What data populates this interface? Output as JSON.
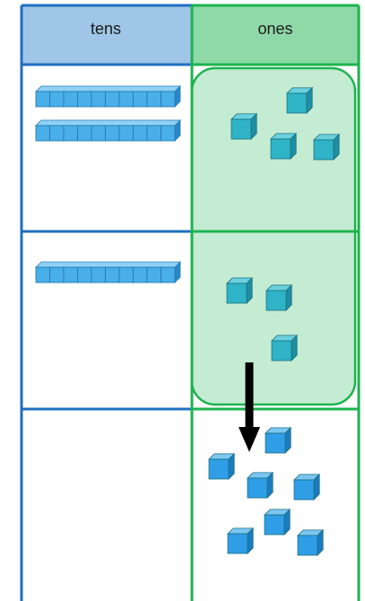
{
  "headers": {
    "tens": "tens",
    "ones": "ones"
  },
  "colors": {
    "tens_header_fill": "#9fc6e6",
    "ones_header_fill": "#8fd9a8",
    "tens_border": "#1f6fc0",
    "ones_border": "#1db34f",
    "group_fill": "#c4ecd3",
    "rod_cube_light": "#4aaee8",
    "unit_cube": "#2fb3c6",
    "loose_cube": "#2f9ee6",
    "arrow": "#000000"
  },
  "rows": [
    {
      "ten_rods": 2,
      "grouped_unit_cubes": 4,
      "loose_unit_cubes": 0
    },
    {
      "ten_rods": 1,
      "grouped_unit_cubes": 3,
      "loose_unit_cubes": 0
    },
    {
      "ten_rods": 0,
      "grouped_unit_cubes": 0,
      "loose_unit_cubes": 7
    }
  ],
  "cubes_per_rod": 10,
  "arrow_icon": "down-arrow-icon"
}
